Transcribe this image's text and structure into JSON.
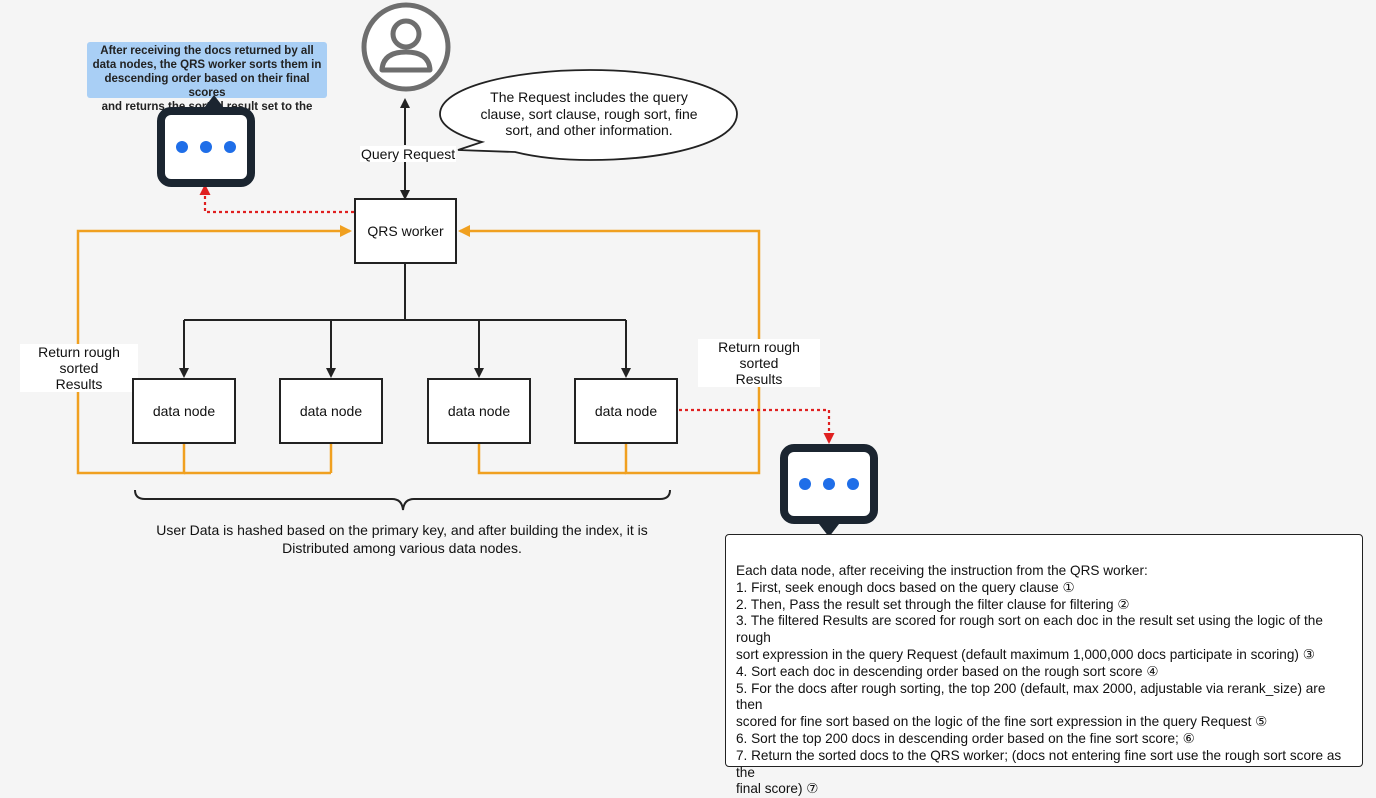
{
  "top_note": {
    "lines": [
      "After receiving the docs returned by all",
      "data nodes, the QRS worker sorts them in",
      "descending order based on their final scores",
      "and returns the sorted result set to the User."
    ]
  },
  "bubble": {
    "lines": [
      "The Request includes the query",
      "clause, sort clause, rough sort, fine",
      "sort, and other information."
    ]
  },
  "labels": {
    "query_request": "Query Request",
    "qrs_worker": "QRS worker",
    "return_left": [
      "Return rough sorted",
      "Results"
    ],
    "return_right": [
      "Return rough sorted",
      "Results"
    ],
    "data_nodes": [
      "data node",
      "data node",
      "data node",
      "data node"
    ],
    "distribution": [
      "User Data is hashed based on the primary key, and after building the index, it is",
      "Distributed among various data nodes."
    ]
  },
  "steps": {
    "lines": [
      "Each data node, after receiving the instruction from the QRS worker:",
      "1. First, seek enough docs based on the query clause ①",
      "2. Then, Pass the result set through the filter clause for filtering ②",
      "3. The filtered Results are scored for rough sort on each doc in the result set using the logic of the rough",
      "sort expression in the query Request (default maximum 1,000,000 docs participate in scoring) ③",
      "4. Sort each doc in descending order based on the rough sort score ④",
      "5. For the docs after rough sorting, the top 200 (default, max 2000, adjustable via rerank_size) are then",
      "scored for fine sort based on the logic of the fine sort expression in the query Request ⑤",
      "6. Sort the top 200 docs in descending order based on the fine sort score; ⑥",
      "7. Return the sorted docs to the QRS worker; (docs not entering fine sort use the rough sort score as the",
      "final score) ⑦"
    ]
  },
  "icons": {
    "user": "user-icon",
    "chat": "chat-dots-icon"
  },
  "colors": {
    "orange": "#f0a020",
    "red": "#e02020",
    "note_blue": "#a9cff5",
    "dot_blue": "#1f6ee8"
  }
}
